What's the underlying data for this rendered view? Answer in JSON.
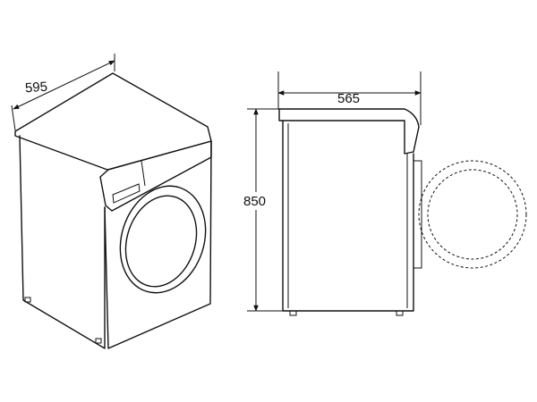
{
  "dimensions": {
    "width": "595",
    "depth": "565",
    "height": "850"
  },
  "colors": {
    "line": "#111111",
    "background": "#ffffff"
  }
}
